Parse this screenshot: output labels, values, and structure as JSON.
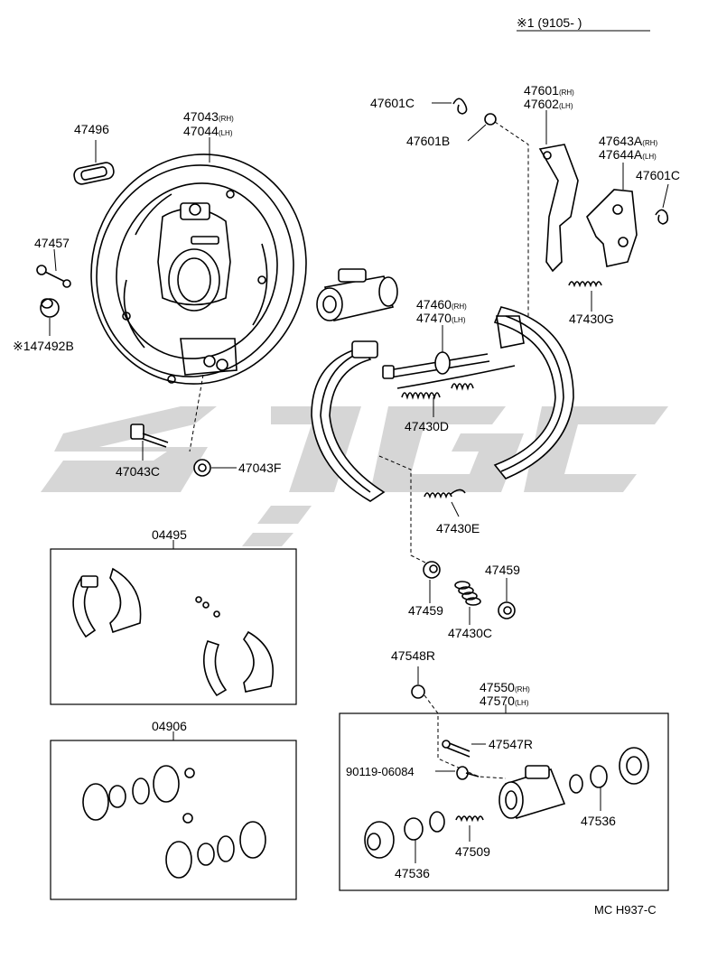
{
  "header": {
    "note": "※1 (9105-        )"
  },
  "footer": {
    "code": "MC H937-C"
  },
  "colors": {
    "ink": "#000000",
    "paper": "#ffffff",
    "watermark": "#c8c8c8"
  },
  "labels": {
    "p47496": "47496",
    "p47043": "47043",
    "p47044": "47044",
    "p47457": "47457",
    "p47492B": "※147492B",
    "p47043C": "47043C",
    "p47043F": "47043F",
    "p47601C_top": "47601C",
    "p47601B": "47601B",
    "p47601": "47601",
    "p47602": "47602",
    "p47643A": "47643A",
    "p47644A": "47644A",
    "p47601C_right": "47601C",
    "p47430G": "47430G",
    "p47460": "47460",
    "p47470": "47470",
    "p47430D": "47430D",
    "p47430E": "47430E",
    "p04495": "04495",
    "p04906": "04906",
    "p47459_left": "47459",
    "p47459_right": "47459",
    "p47430C": "47430C",
    "p47548R": "47548R",
    "p47550": "47550",
    "p47570": "47570",
    "p47547R": "47547R",
    "p90119": "90119-06084",
    "p47536_right": "47536",
    "p47509": "47509",
    "p47536_bottom": "47536"
  },
  "suffix": {
    "rh": "(RH)",
    "lh": "(LH)"
  }
}
